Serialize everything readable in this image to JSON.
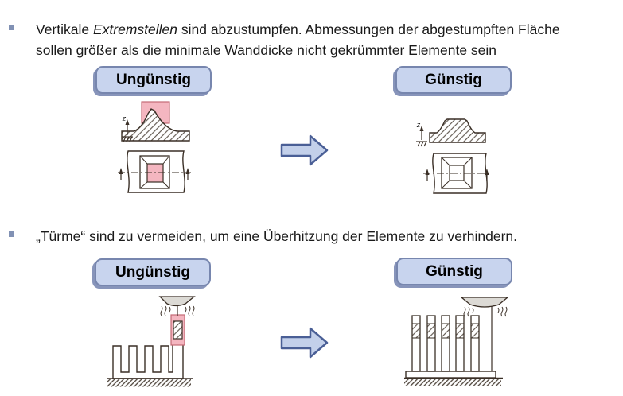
{
  "slide": {
    "background": "#ffffff"
  },
  "colors": {
    "bullet_square": "#8191b4",
    "button_fill": "#c8d4ee",
    "button_border": "#7786ae",
    "button_shadow": "#8794ba",
    "arrow_fill": "#c3d0ea",
    "arrow_border": "#4a5f96",
    "highlight_pink": "#f4b6c0",
    "highlight_border": "#c46a76",
    "drawing_line": "#3a2f26"
  },
  "bullets": {
    "b1_pre": "Vertikale ",
    "b1_italic": "Extremstellen",
    "b1_rest": " sind abzustumpfen. Abmessungen der abgestumpften Fläche",
    "b1_line2": "sollen größer als die minimale Wanddicke nicht gekrümmter Elemente sein",
    "b2": "„Türme“ sind zu vermeiden, um eine Überhitzung der Elemente zu verhindern."
  },
  "row1": {
    "bad_label": "Ungünstig",
    "good_label": "Günstig"
  },
  "row2": {
    "bad_label": "Ungünstig",
    "good_label": "Günstig"
  }
}
